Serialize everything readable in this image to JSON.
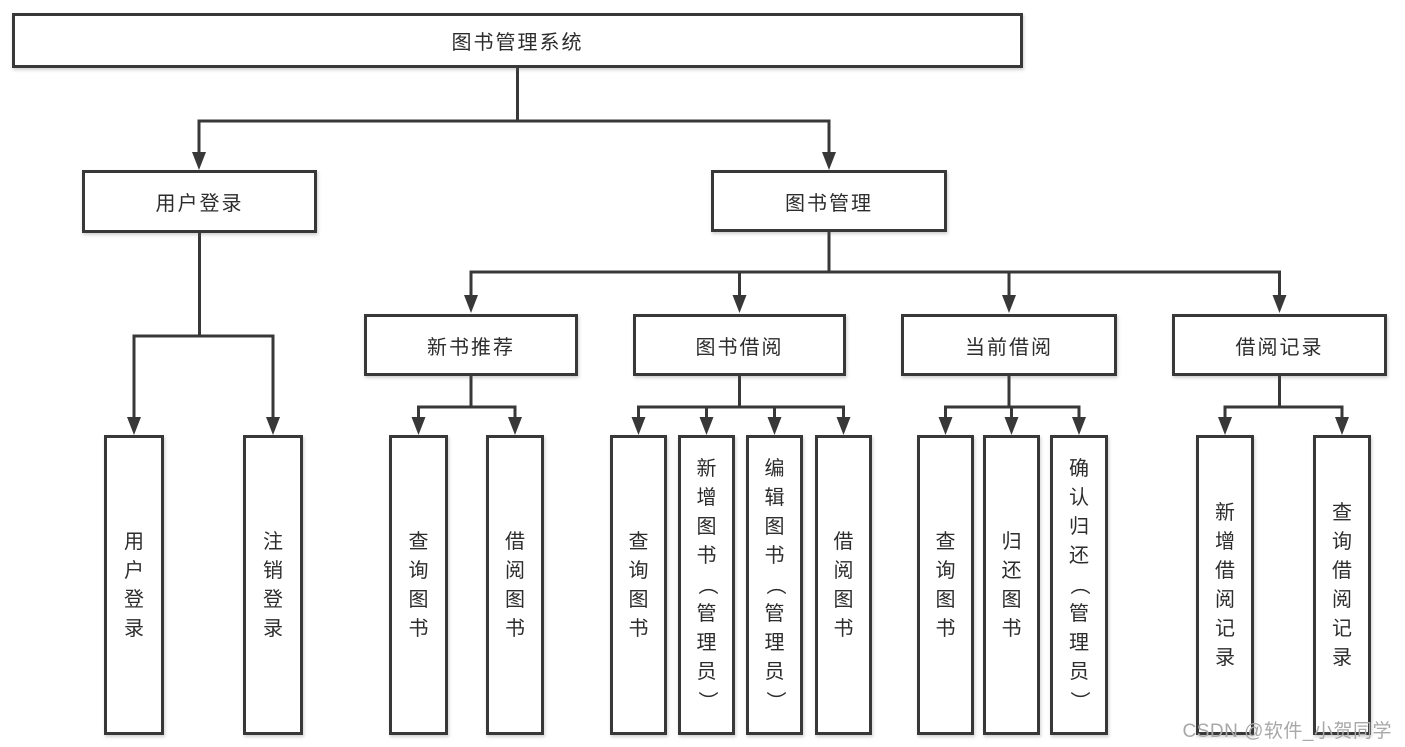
{
  "tree": {
    "root": {
      "label": "图书管理系统"
    },
    "level2": [
      {
        "label": "用户登录",
        "leaves": [
          "用户登录",
          "注销登录"
        ]
      },
      {
        "label": "图书管理",
        "groups": [
          {
            "label": "新书推荐",
            "leaves": [
              "查询图书",
              "借阅图书"
            ]
          },
          {
            "label": "图书借阅",
            "leaves": [
              "查询图书",
              "新增图书（管理员）",
              "编辑图书（管理员）",
              "借阅图书"
            ]
          },
          {
            "label": "当前借阅",
            "leaves": [
              "查询图书",
              "归还图书",
              "确认归还（管理员）"
            ]
          },
          {
            "label": "借阅记录",
            "leaves": [
              "新增借阅记录",
              "查询借阅记录"
            ]
          }
        ]
      }
    ]
  },
  "watermark": {
    "text": "CSDN @软件_小贺同学",
    "color": "#a8a8a8"
  },
  "colors": {
    "line": "#383838",
    "text": "#2d2d2d",
    "background": "#ffffff"
  }
}
